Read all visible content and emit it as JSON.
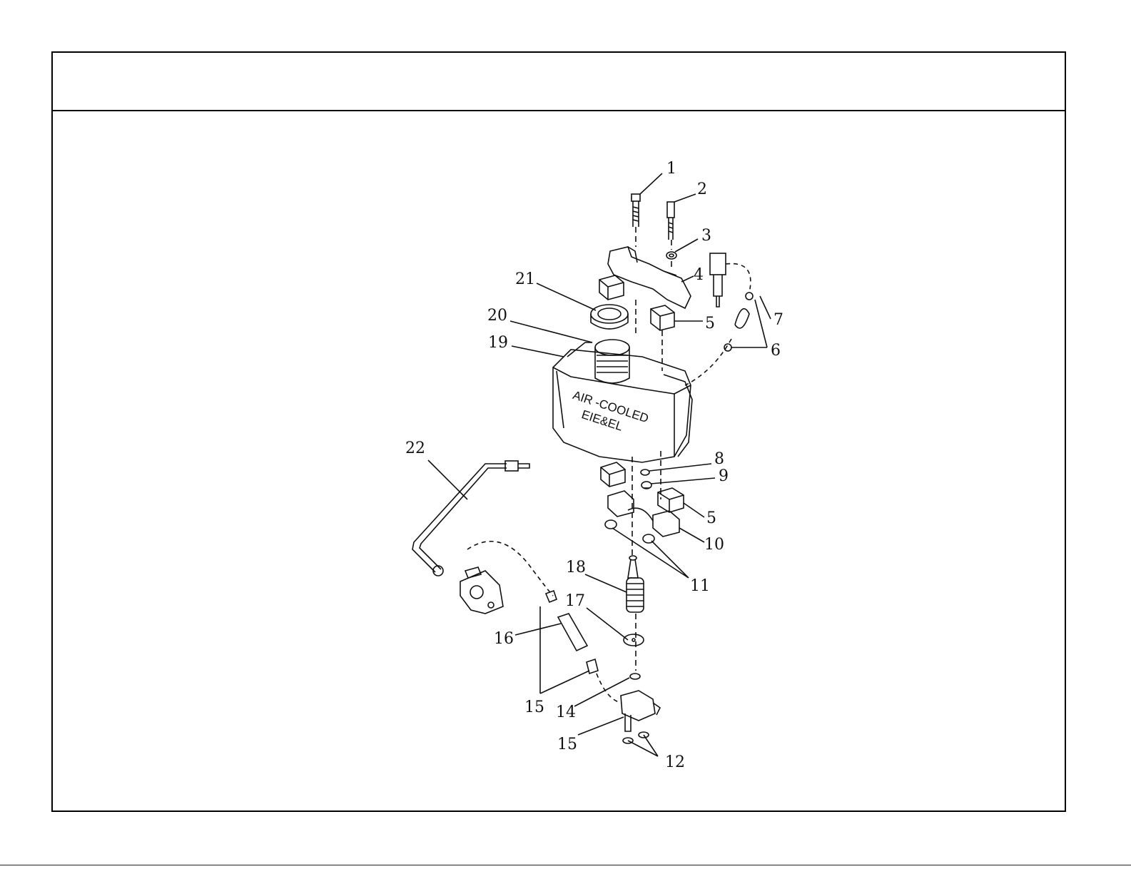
{
  "diagram": {
    "tank_label_line1": "AIR -COOLED",
    "tank_label_line2": "EIE&EL",
    "callouts": [
      "1",
      "2",
      "3",
      "4",
      "21",
      "20",
      "5",
      "7",
      "19",
      "6",
      "22",
      "8",
      "9",
      "5",
      "10",
      "18",
      "11",
      "17",
      "16",
      "15",
      "14",
      "15",
      "12"
    ]
  }
}
